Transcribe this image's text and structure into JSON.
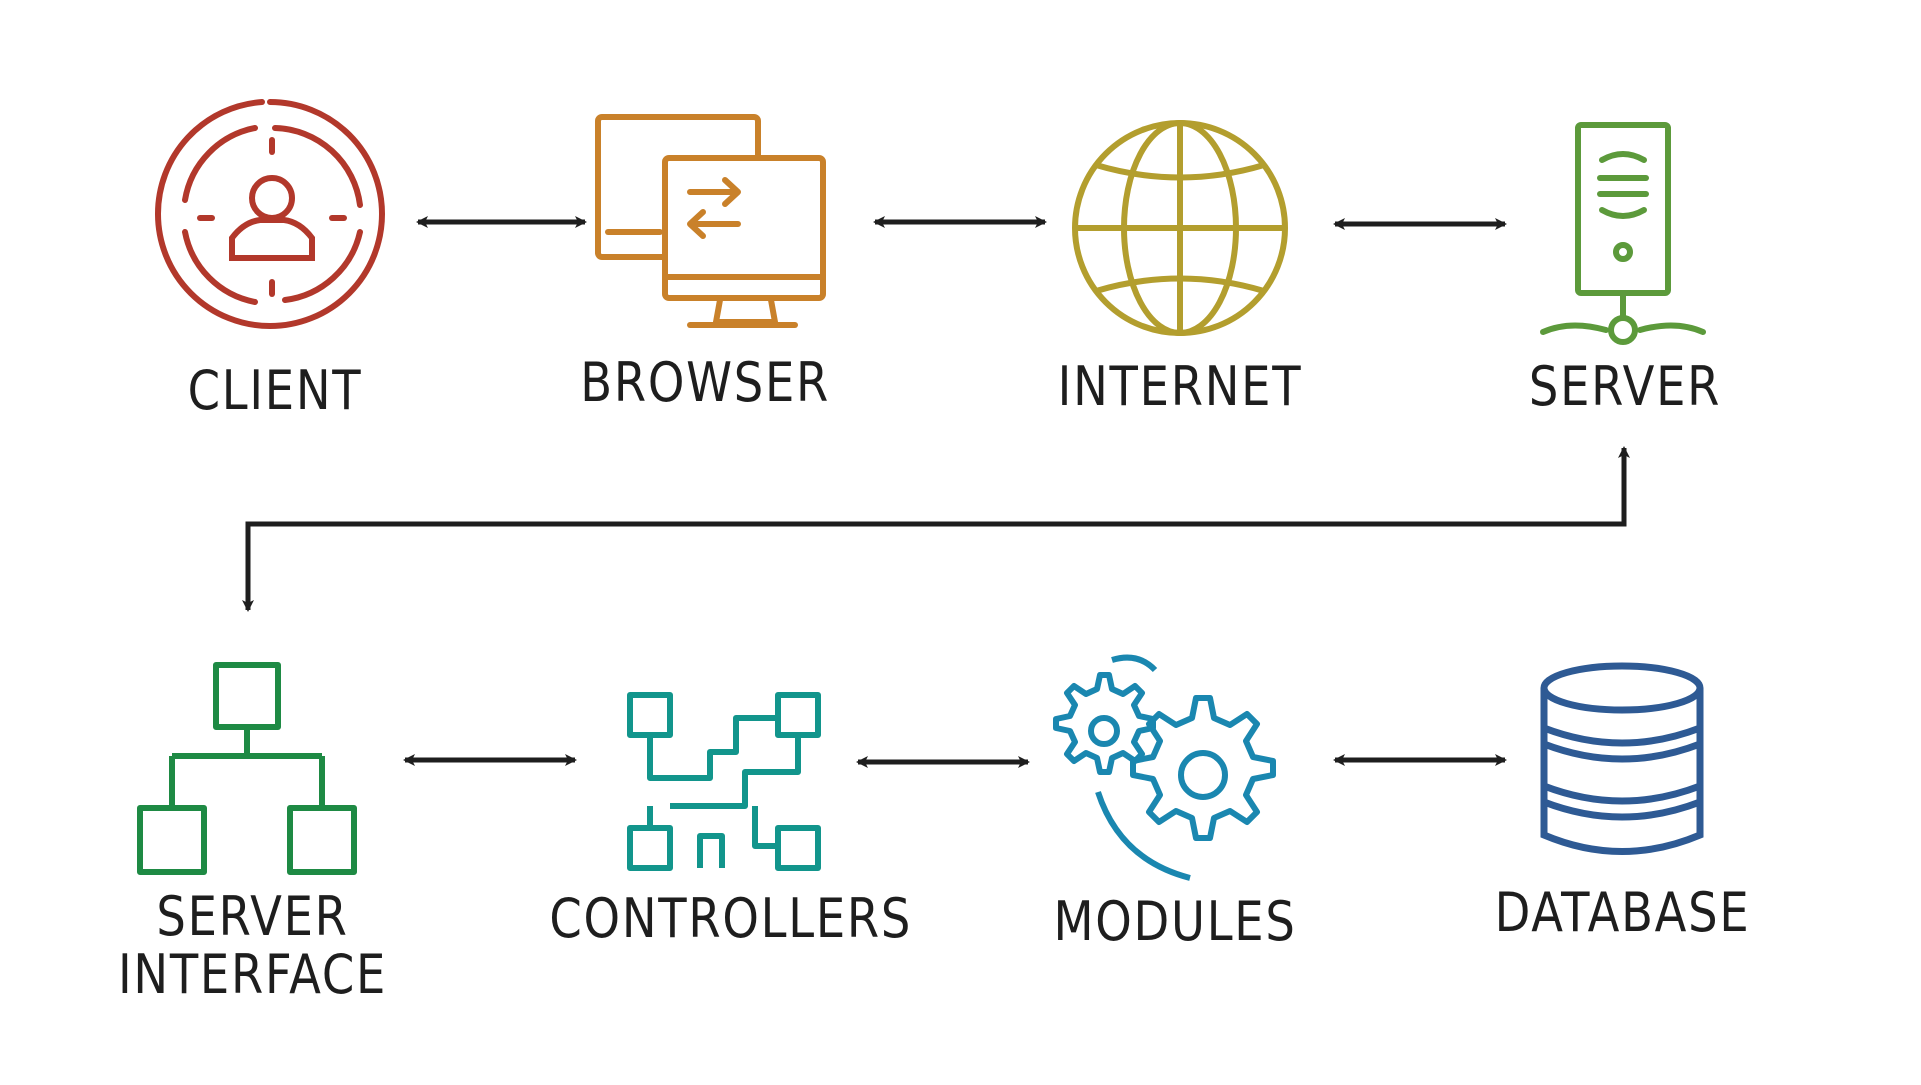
{
  "colors": {
    "client": "#b2382b",
    "browser": "#c9812a",
    "internet": "#b39e2e",
    "server": "#5c9a3b",
    "server_interface": "#1e8a44",
    "controllers": "#12958c",
    "modules": "#1a87b0",
    "database": "#2e5a94",
    "arrow": "#1e1e1e",
    "label": "#1e1e1e"
  },
  "nodes": {
    "client": {
      "label": "CLIENT",
      "icon": "target-person-icon"
    },
    "browser": {
      "label": "BROWSER",
      "icon": "monitors-exchange-icon"
    },
    "internet": {
      "label": "INTERNET",
      "icon": "globe-icon"
    },
    "server": {
      "label": "SERVER",
      "icon": "server-tower-icon"
    },
    "server_interface": {
      "label_line1": "SERVER",
      "label_line2": "INTERFACE",
      "icon": "hierarchy-icon"
    },
    "controllers": {
      "label": "CONTROLLERS",
      "icon": "circuit-icon"
    },
    "modules": {
      "label": "MODULES",
      "icon": "gears-icon"
    },
    "database": {
      "label": "DATABASE",
      "icon": "database-icon"
    }
  },
  "edges": [
    {
      "from": "client",
      "to": "browser",
      "direction": "both"
    },
    {
      "from": "browser",
      "to": "internet",
      "direction": "both"
    },
    {
      "from": "internet",
      "to": "server",
      "direction": "both"
    },
    {
      "from": "server",
      "to": "server_interface",
      "direction": "both"
    },
    {
      "from": "server_interface",
      "to": "controllers",
      "direction": "both"
    },
    {
      "from": "controllers",
      "to": "modules",
      "direction": "both"
    },
    {
      "from": "modules",
      "to": "database",
      "direction": "both"
    }
  ]
}
